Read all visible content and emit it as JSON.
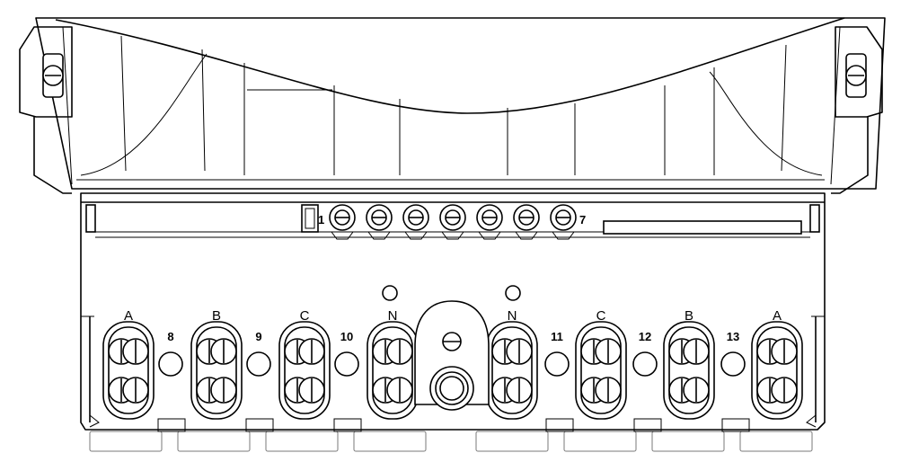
{
  "aux_terminals": {
    "first": "1",
    "last": "7"
  },
  "phase_labels": [
    "A",
    "B",
    "C",
    "N",
    "N",
    "C",
    "B",
    "A"
  ],
  "bridge_labels": [
    "8",
    "9",
    "10",
    "11",
    "12",
    "13"
  ]
}
